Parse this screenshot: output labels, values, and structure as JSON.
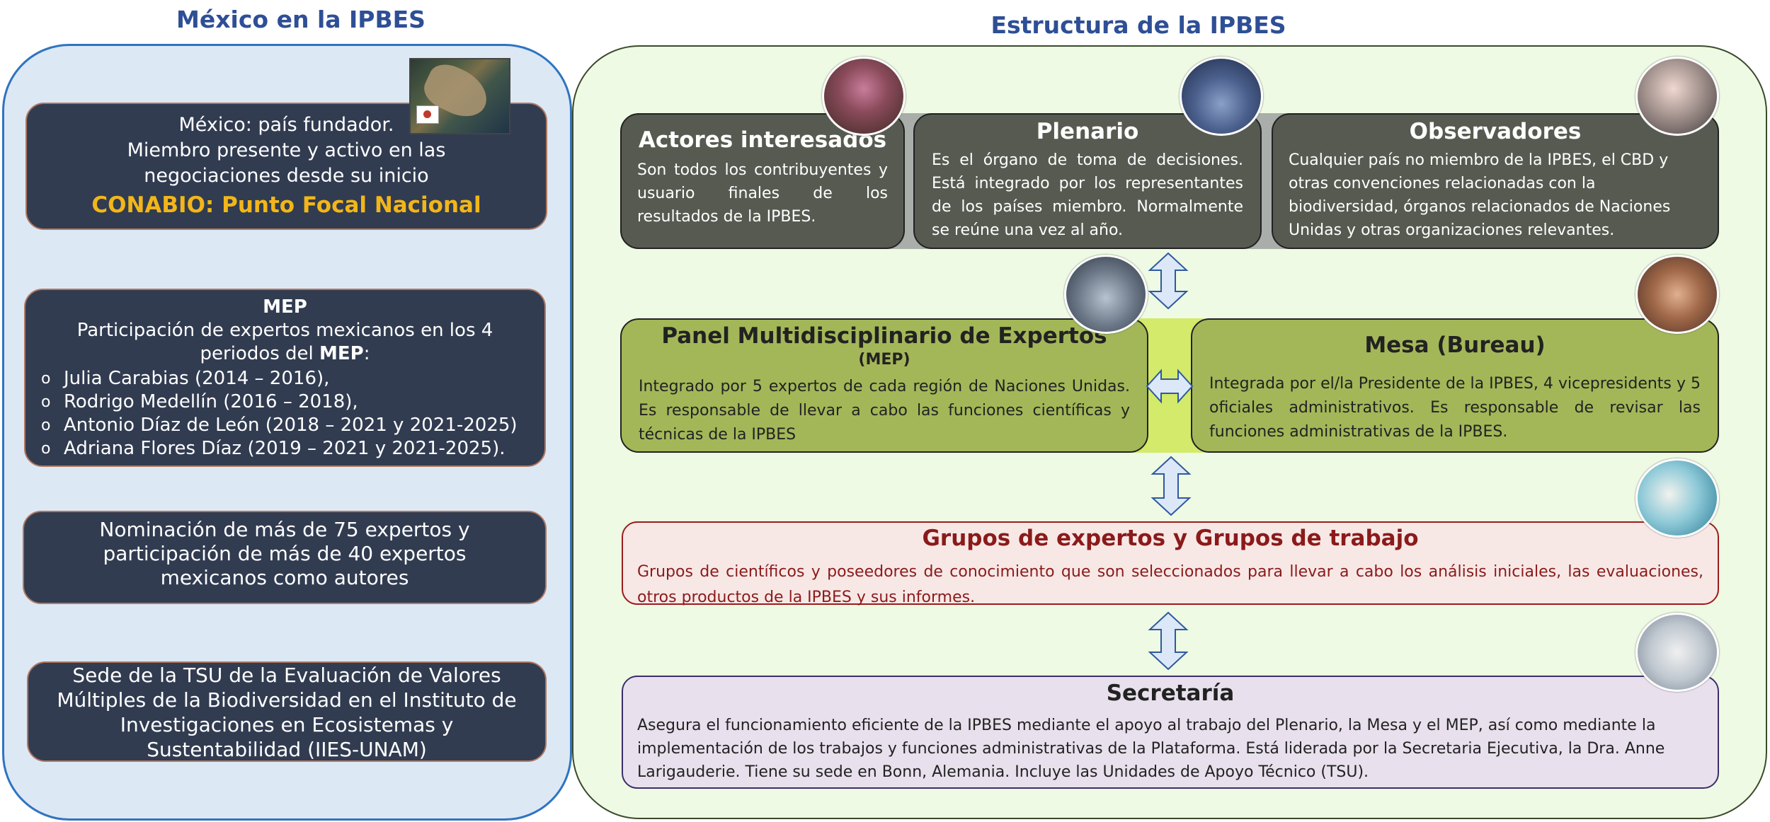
{
  "left": {
    "title": "México en la IPBES",
    "box1": {
      "line1": "México: país fundador.",
      "line2": "Miembro presente y activo en las negociaciones desde su inicio",
      "focal": "CONABIO: Punto Focal Nacional"
    },
    "box2": {
      "heading": "MEP",
      "intro_prefix": "Participación de expertos mexicanos en los 4 periodos del ",
      "intro_bold": "MEP",
      "intro_suffix": ":",
      "items": [
        "Julia Carabias (2014 – 2016),",
        "Rodrigo Medellín (2016 – 2018),",
        "Antonio Díaz de León (2018 – 2021 y 2021-2025)",
        "Adriana Flores Díaz (2019 – 2021 y 2021-2025)."
      ]
    },
    "box3": "Nominación de más de 75 expertos y participación de más de 40 expertos mexicanos como autores",
    "box4": "Sede de la TSU de la Evaluación de Valores Múltiples de la Biodiversidad en el Instituto de Investigaciones en Ecosistemas y Sustentabilidad (IIES-UNAM)"
  },
  "right": {
    "title": "Estructura de la IPBES",
    "actores": {
      "title": "Actores interesados",
      "text": "Son todos los contribuyentes y usuario finales de los resultados de la IPBES."
    },
    "plenario": {
      "title": "Plenario",
      "text": "Es el órgano de toma de decisiones. Está integrado por los representantes de los países miembro. Normalmente se reúne una vez al año."
    },
    "observadores": {
      "title": "Observadores",
      "text": "Cualquier país no miembro de la IPBES, el CBD y otras convenciones relacionadas con la biodiversidad, órganos relacionados de Naciones Unidas y otras organizaciones relevantes."
    },
    "panel": {
      "title": "Panel Multidisciplinario de Expertos",
      "subtitle": "(MEP)",
      "text": "Integrado por 5 expertos de cada región de Naciones Unidas. Es responsable de llevar a cabo las funciones científicas y técnicas de la IPBES"
    },
    "mesa": {
      "title": "Mesa (Bureau)",
      "text": "Integrada por el/la Presidente de la IPBES, 4 vicepresidents y 5 oficiales administrativos. Es responsable de revisar las funciones administrativas de la IPBES."
    },
    "grupos": {
      "title": "Grupos de expertos y Grupos de trabajo",
      "text": "Grupos de científicos y poseedores de conocimiento que son seleccionados para llevar a cabo los análisis iniciales, las evaluaciones, otros productos de la IPBES y sus informes."
    },
    "secretaria": {
      "title": "Secretaría",
      "text": "Asegura el funcionamiento eficiente de la IPBES mediante el apoyo al trabajo del Plenario, la Mesa y el MEP, así como mediante la implementación de los trabajos y funciones administrativas de la Plataforma. Está liderada por la Secretaria Ejecutiva, la Dra. Anne Larigauderie. Tiene su sede en Bonn, Alemania. Incluye las Unidades de Apoyo Técnico (TSU)."
    }
  },
  "colors": {
    "title_blue": "#2e4f96",
    "left_panel_border": "#2f74c0",
    "dark_box": "#313c51",
    "focal_yellow": "#f2b619",
    "gray_box": "#575a51",
    "green_box": "#a3b758",
    "red_text": "#8b1a1a",
    "arrow_fill": "#dce8f7",
    "arrow_stroke": "#2f5a9e"
  }
}
